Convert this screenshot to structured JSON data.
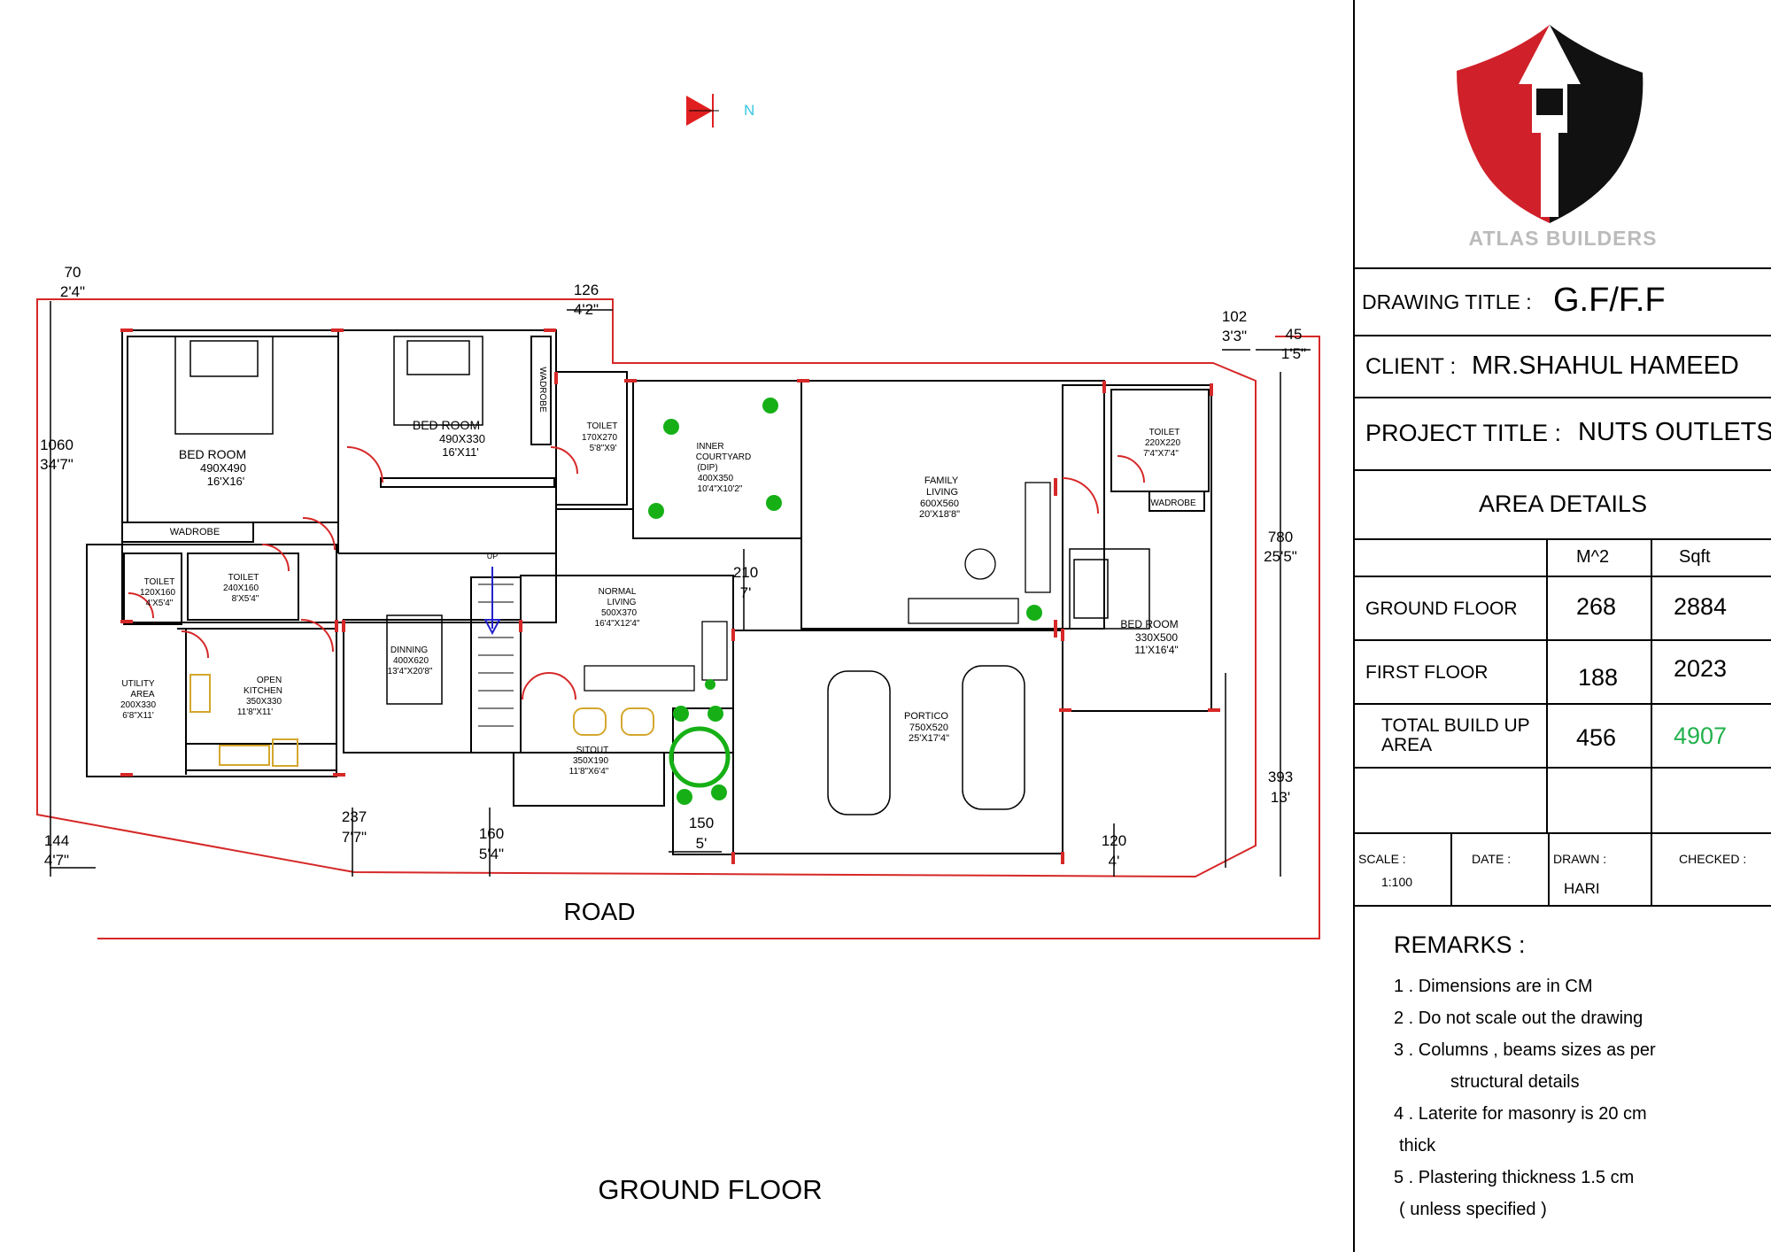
{
  "compass": {
    "label": "N"
  },
  "plan_labels": {
    "road": "ROAD",
    "floor": "GROUND FLOOR",
    "up": "UP"
  },
  "rooms": {
    "bed1": {
      "name": "BED ROOM",
      "dim": "490X490",
      "ft": "16'X16'"
    },
    "bed2": {
      "name": "BED ROOM",
      "dim": "490X330",
      "ft": "16'X11'"
    },
    "toilet_top": {
      "name": "TOILET",
      "dim": "170X270",
      "ft": "5'8\"X9'"
    },
    "courtyard": {
      "l1": "INNER",
      "l2": "COURTYARD",
      "l3": "(DIP)",
      "dim": "400X350",
      "ft": "10'4\"X10'2\""
    },
    "family": {
      "l1": "FAMILY",
      "l2": "LIVING",
      "dim": "600X560",
      "ft": "20'X18'8\""
    },
    "toilet_right": {
      "name": "TOILET",
      "dim": "220X220",
      "ft": "7'4\"X7'4\""
    },
    "wadrobe_right": "WADROBE",
    "wadrobe_left": "WADROBE",
    "wadrobe_vert": "WADROBE",
    "bed3": {
      "name": "BED ROOM",
      "dim": "330X500",
      "ft": "11'X16'4\""
    },
    "toilet1": {
      "name": "TOILET",
      "dim": "120X160",
      "ft": "4'X5'4\""
    },
    "toilet2": {
      "name": "TOILET",
      "dim": "240X160",
      "ft": "8'X5'4\""
    },
    "utility": {
      "l1": "UTILITY",
      "l2": "AREA",
      "dim": "200X330",
      "ft": "6'8\"X11'"
    },
    "kitchen": {
      "l1": "OPEN",
      "l2": "KITCHEN",
      "dim": "350X330",
      "ft": "11'8\"X11'"
    },
    "dining": {
      "name": "DINNING",
      "dim": "400X620",
      "ft": "13'4\"X20'8\""
    },
    "living": {
      "l1": "NORMAL",
      "l2": "LIVING",
      "dim": "500X370",
      "ft": "16'4\"X12'4\""
    },
    "sitout": {
      "name": "SITOUT",
      "dim": "350X190",
      "ft": "11'8\"X6'4\""
    },
    "portico": {
      "name": "PORTICO",
      "dim": "750X520",
      "ft": "25'X17'4\""
    }
  },
  "dimensions": {
    "d70": {
      "cm": "70",
      "ft": "2'4\""
    },
    "d126": {
      "cm": "126",
      "ft": "4'2\""
    },
    "d102": {
      "cm": "102",
      "ft": "3'3\""
    },
    "d45": {
      "cm": "45",
      "ft": "1'5\""
    },
    "d1060": {
      "cm": "1060",
      "ft": "34'7\""
    },
    "d780": {
      "cm": "780",
      "ft": "25'5\""
    },
    "d393": {
      "cm": "393",
      "ft": "13'"
    },
    "d210": {
      "cm": "210",
      "ft": "7'"
    },
    "d144": {
      "cm": "144",
      "ft": "4'7\""
    },
    "d237": {
      "cm": "237",
      "ft": "7'7\""
    },
    "d160": {
      "cm": "160",
      "ft": "5'4\""
    },
    "d150": {
      "cm": "150",
      "ft": "5'"
    },
    "d120": {
      "cm": "120",
      "ft": "4'"
    }
  },
  "title_block": {
    "company": "ATLAS BUILDERS",
    "drawing_title_label": "DRAWING TITLE :",
    "drawing_title": "G.F/F.F",
    "client_label": "CLIENT  :",
    "client": "MR.SHAHUL HAMEED",
    "project_label": "PROJECT TITLE :",
    "project": "NUTS OUTLETS",
    "area_heading": "AREA DETAILS",
    "col_m2": "M^2",
    "col_sqft": "Sqft",
    "rows": [
      {
        "label": "GROUND FLOOR",
        "m2": "268",
        "sqft": "2884"
      },
      {
        "label": "FIRST FLOOR",
        "m2": "188",
        "sqft": "2023"
      },
      {
        "label": "TOTAL BUILD UP",
        "label2": "AREA",
        "m2": "456",
        "sqft": "4907"
      }
    ],
    "scale_label": "SCALE :",
    "scale": "1:100",
    "date_label": "DATE :",
    "drawn_label": "DRAWN :",
    "drawn": "HARI",
    "checked_label": "CHECKED :",
    "remarks_heading": "REMARKS :",
    "remarks": [
      "1 . Dimensions are in CM",
      "2 . Do not scale out the drawing",
      "3 . Columns , beams sizes as per",
      "structural details",
      "4 . Laterite for masonry is 20 cm",
      "thick",
      "5 . Plastering thickness 1.5 cm",
      "( unless specified )"
    ]
  },
  "colors": {
    "plot_line": "#d62828",
    "total_sqft": "#22b14c",
    "logo_red": "#d0212a",
    "logo_black": "#111111"
  }
}
